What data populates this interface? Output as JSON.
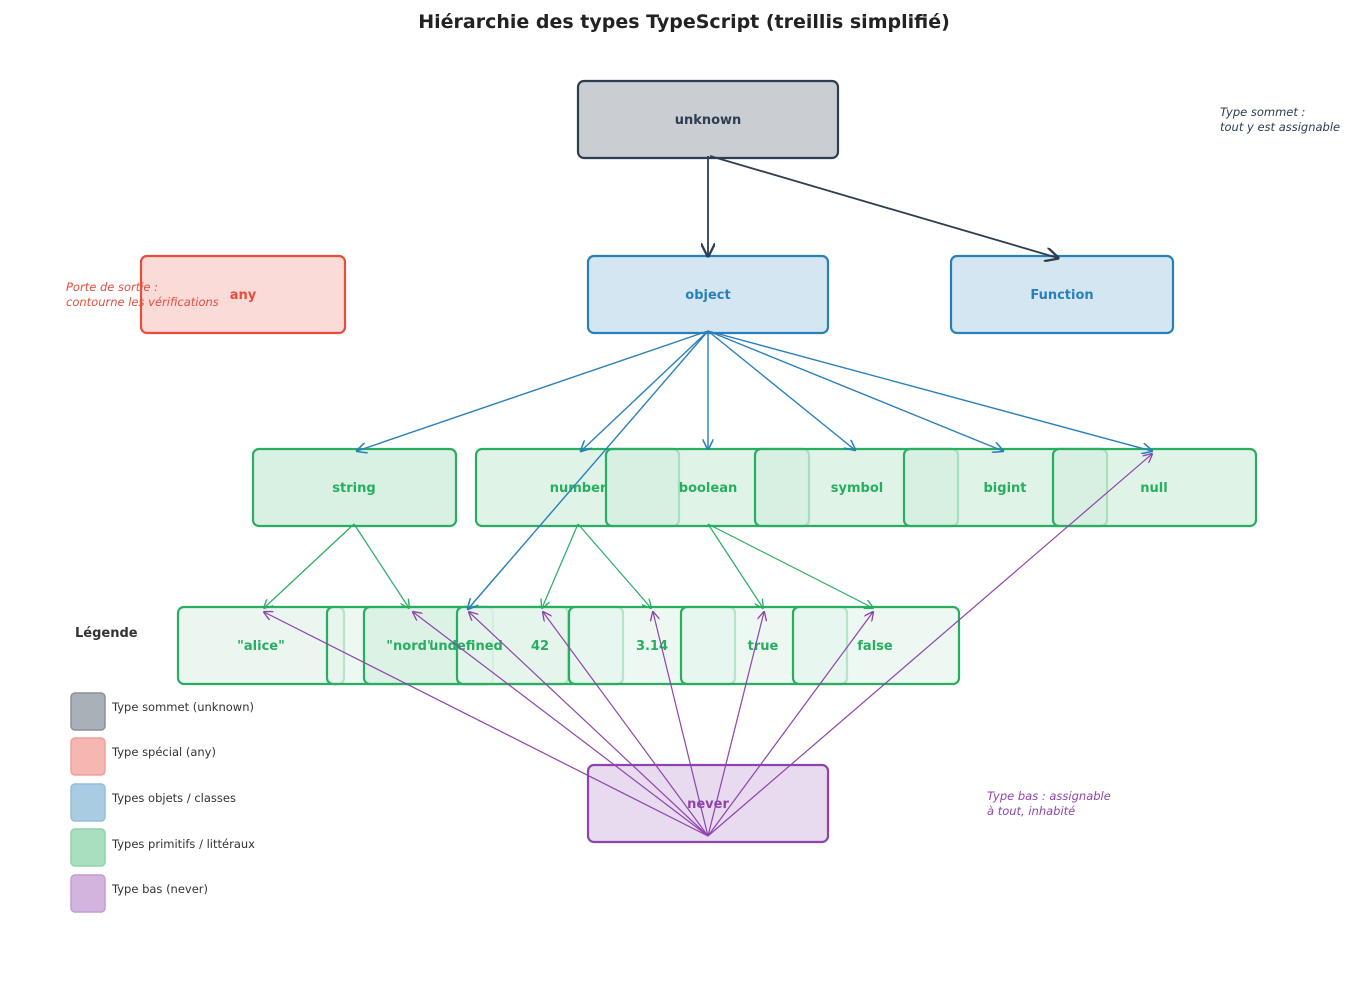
{
  "title": "Hiérarchie des types TypeScript (treillis simplifié)",
  "colors": {
    "top": {
      "stroke": "#2c3e50",
      "fill": "#cacdd2",
      "text": "#2c3e50"
    },
    "any": {
      "stroke": "#e74c3c",
      "fill": "#fadbd8",
      "text": "#e74c3c"
    },
    "object": {
      "stroke": "#2980b9",
      "fill": "#d4e6f1",
      "text": "#2980b9"
    },
    "primitive": {
      "stroke": "#27ae60",
      "fill": "#d4efdf",
      "text": "#27ae60"
    },
    "literal": {
      "stroke": "#27ae60",
      "fill": "#e6f5ec",
      "text": "#27ae60"
    },
    "bottom": {
      "stroke": "#8e44ad",
      "fill": "#e8daef",
      "text": "#8e44ad"
    }
  },
  "nodes": {
    "unknown": "unknown",
    "any": "any",
    "object": "object",
    "function": "Function",
    "string": "string",
    "number": "number",
    "boolean": "boolean",
    "symbol": "symbol",
    "bigint": "bigint",
    "null": "null",
    "lit_alice": "\"alice\"",
    "lit_nord": "\"nord\"",
    "undefined": "undefined",
    "lit_42": "42",
    "lit_314": "3.14",
    "lit_true": "true",
    "lit_false": "false",
    "never": "never"
  },
  "notes": {
    "top": [
      "Type sommet :",
      "tout y est assignable"
    ],
    "any": [
      "Porte de sortie :",
      "contourne les vérifications"
    ],
    "bottom": [
      "Type bas : assignable",
      "à tout, inhabité"
    ]
  },
  "legend": {
    "title": "Légende",
    "items": [
      {
        "label": "Type sommet (unknown)",
        "fill": "#aab0b8",
        "stroke": "#8a9099"
      },
      {
        "label": "Type spécial (any)",
        "fill": "#f5b7b1",
        "stroke": "#f0a298"
      },
      {
        "label": "Types objets / classes",
        "fill": "#a9cce3",
        "stroke": "#93bedb"
      },
      {
        "label": "Types primitifs / littéraux",
        "fill": "#a9dfbf",
        "stroke": "#8fd3ab"
      },
      {
        "label": "Type bas (never)",
        "fill": "#d2b4de",
        "stroke": "#c39bd3"
      }
    ]
  }
}
